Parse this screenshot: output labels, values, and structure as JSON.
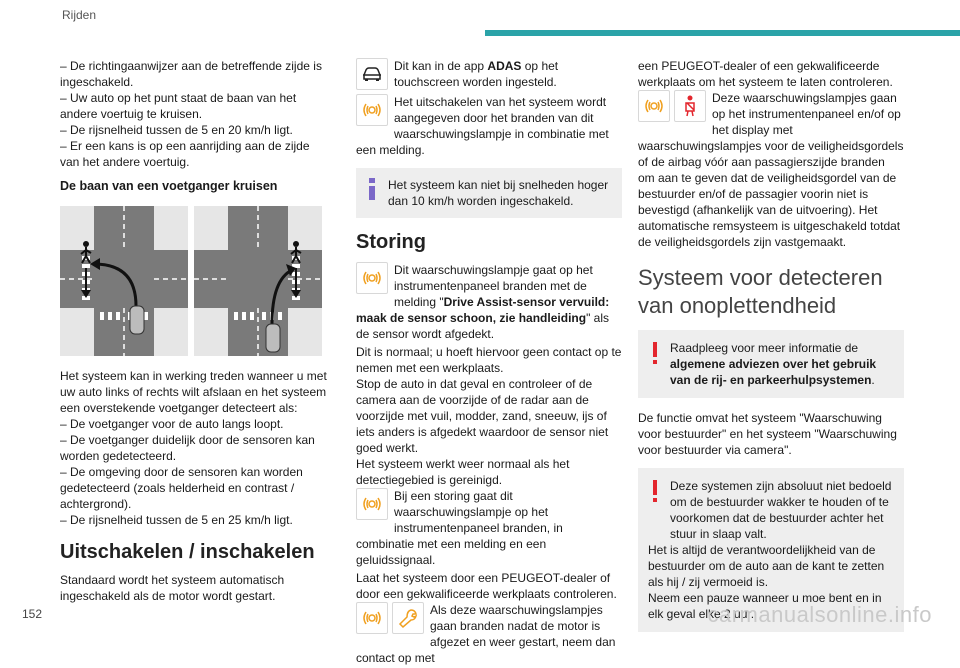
{
  "header": {
    "title": "Rijden"
  },
  "page_number": "152",
  "watermark": "carmanualsonline.info",
  "col1": {
    "list_a": [
      "– De richtingaanwijzer aan de betreffende zijde is ingeschakeld.",
      "– Uw auto op het punt staat de baan van het andere voertuig te kruisen.",
      "– De rijsnelheid tussen de 5 en 20 km/h ligt.",
      "– Er een kans is op een aanrijding aan de zijde van het andere voertuig."
    ],
    "pedestrian_heading": "De baan van een voetganger kruisen",
    "pedestrian_intro": "Het systeem kan in werking treden wanneer u met uw auto links of rechts wilt afslaan en het systeem een overstekende voetganger detecteert als:",
    "list_b": [
      "– De voetganger voor de auto langs loopt.",
      "– De voetganger duidelijk door de sensoren kan worden gedetecteerd.",
      "– De omgeving door de sensoren kan worden gedetecteerd (zoals helderheid en contrast / achtergrond).",
      "– De rijsnelheid tussen de 5 en 25 km/h ligt."
    ],
    "toggle_heading": "Uitschakelen / inschakelen",
    "toggle_text": "Standaard wordt het systeem automatisch ingeschakeld als de motor wordt gestart."
  },
  "col2": {
    "app_text_pre": "Dit kan in de app ",
    "app_text_bold": "ADAS",
    "app_text_post": " op het touchscreen worden ingesteld.",
    "disable_text": "Het uitschakelen van het systeem wordt aangegeven door het branden van dit waarschuwingslampje in combinatie met een melding.",
    "info_text": "Het systeem kan niet bij snelheden hoger dan 10 km/h worden ingeschakeld.",
    "fault_heading": "Storing",
    "fault_p1_pre": "Dit waarschuwingslampje gaat op het instrumentenpaneel branden met de melding \"",
    "fault_p1_bold": "Drive Assist-sensor vervuild: maak de sensor schoon, zie handleiding",
    "fault_p1_post": "\" als de sensor wordt afgedekt.",
    "fault_p2": "Dit is normaal; u hoeft hiervoor geen contact op te nemen met een werkplaats.",
    "fault_p3": "Stop de auto in dat geval en controleer of de camera aan de voorzijde of de radar aan de voorzijde met vuil, modder, zand, sneeuw, ijs of iets anders is afgedekt waardoor de sensor niet goed werkt.",
    "fault_p4": "Het systeem werkt weer normaal als het detectiegebied is gereinigd.",
    "fault_p5": "Bij een storing gaat dit waarschuwingslampje op het instrumentenpaneel branden, in combinatie met een melding en een geluidssignaal.",
    "fault_p6": "Laat het systeem door een PEUGEOT-dealer of door een gekwalificeerde werkplaats controleren.",
    "fault_p7": "Als deze waarschuwingslampjes gaan branden nadat de motor is afgezet en weer gestart, neem dan contact op met"
  },
  "col3": {
    "cont_text": "een PEUGEOT-dealer of een gekwalificeerde werkplaats om het systeem te laten controleren.",
    "seatbelt_text": "Deze waarschuwingslampjes gaan op het instrumentenpaneel en/of op het display met waarschuwingslampjes voor de veiligheidsgordels of de airbag vóór aan passagierszijde branden om aan te geven dat de veiligheidsgordel van de bestuurder en/of de passagier voorin niet is bevestigd (afhankelijk van de uitvoering). Het automatische remsysteem is uitgeschakeld totdat de veiligheidsgordels zijn vastgemaakt.",
    "attention_heading": "Systeem voor detecteren van onoplettendheid",
    "warn1_pre": "Raadpleeg voor meer informatie de ",
    "warn1_bold": "algemene adviezen over het gebruik van de rij- en parkeerhulpsystemen",
    "warn1_post": ".",
    "function_text": "De functie omvat het systeem \"Waarschuwing voor bestuurder\" en het systeem \"Waarschuwing voor bestuurder via camera\".",
    "warn2_p1": "Deze systemen zijn absoluut niet bedoeld om de bestuurder wakker te houden of te voorkomen dat de bestuurder achter het stuur in slaap valt.",
    "warn2_p2": "Het is altijd de verantwoordelijkheid van de bestuurder om de auto aan de kant te zetten als hij / zij vermoeid is.",
    "warn2_p3": "Neem een pauze wanneer u moe bent en in elk geval elke 2 uur."
  },
  "colors": {
    "accent": "#2aa3a8",
    "warning": "#e3262d",
    "info": "#7b68c8",
    "lamp": "#f0a020"
  }
}
